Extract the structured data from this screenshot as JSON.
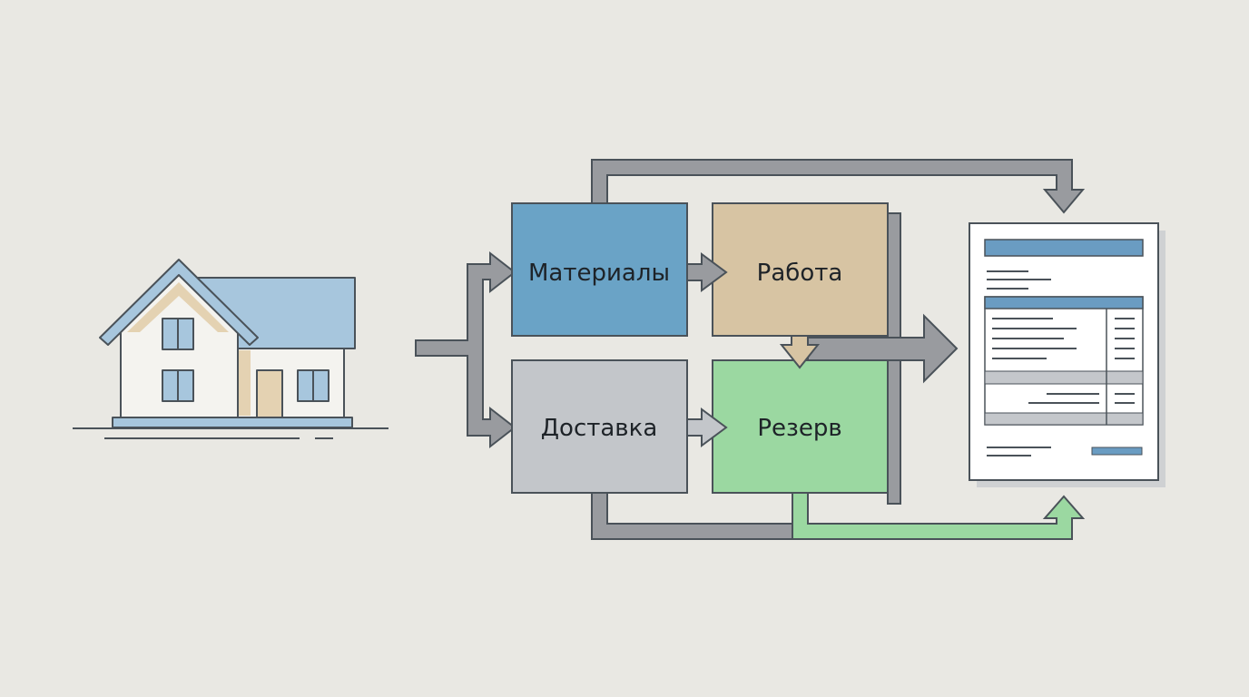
{
  "diagram": {
    "nodes": [
      {
        "id": "materials",
        "label": "Материалы"
      },
      {
        "id": "labor",
        "label": "Работа"
      },
      {
        "id": "delivery",
        "label": "Доставка"
      },
      {
        "id": "reserve",
        "label": "Резерв"
      }
    ],
    "colors": {
      "background": "#e9e8e3",
      "materials": "#6aa3c6",
      "labor": "#d7c4a3",
      "delivery": "#c3c6ca",
      "reserve": "#9bd8a1",
      "arrow_gray": "#999b9f",
      "arrow_green": "#9bd8a1",
      "outline": "#4a5259",
      "house_roof": "#a7c6dd",
      "house_accent": "#e4d2b2",
      "doc_header": "#6a9cc2",
      "doc_row_gray": "#c4c7cb"
    },
    "icons": {
      "source": "house-icon",
      "result": "estimate-document-icon"
    }
  }
}
